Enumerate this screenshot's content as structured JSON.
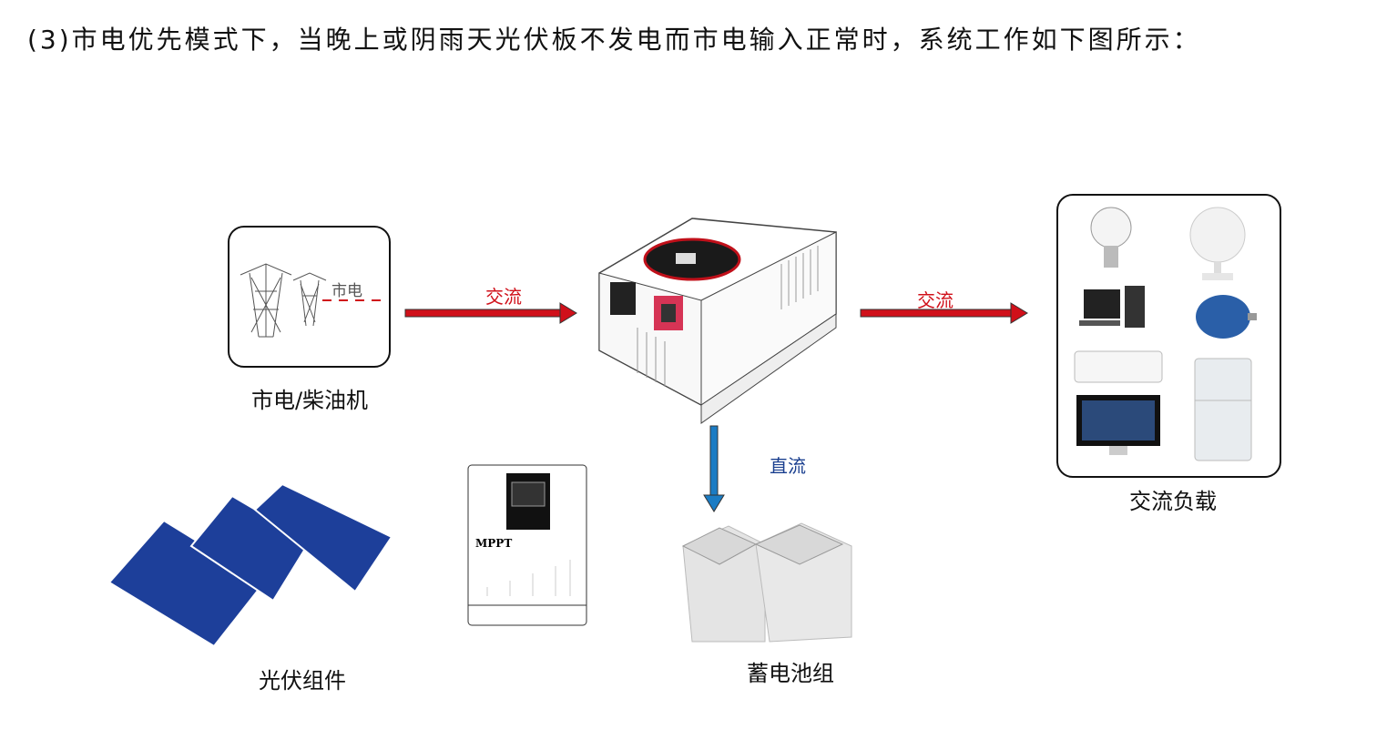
{
  "title": "(3)市电优先模式下，当晚上或阴雨天光伏板不发电而市电输入正常时，系统工作如下图所示：",
  "grid": {
    "label": "市电/柴油机",
    "inner_label": "市电"
  },
  "arrows": {
    "grid_to_inverter": "交流",
    "inverter_to_load": "交流",
    "inverter_to_battery": "直流"
  },
  "loads": {
    "label": "交流负载"
  },
  "battery": {
    "label": "蓄电池组"
  },
  "controller": {
    "text": "MPPT"
  },
  "solar": {
    "label": "光伏组件"
  },
  "colors": {
    "ac": "#d0101a",
    "dc": "#1b7cc4",
    "dc_label": "#1a3f8f"
  }
}
